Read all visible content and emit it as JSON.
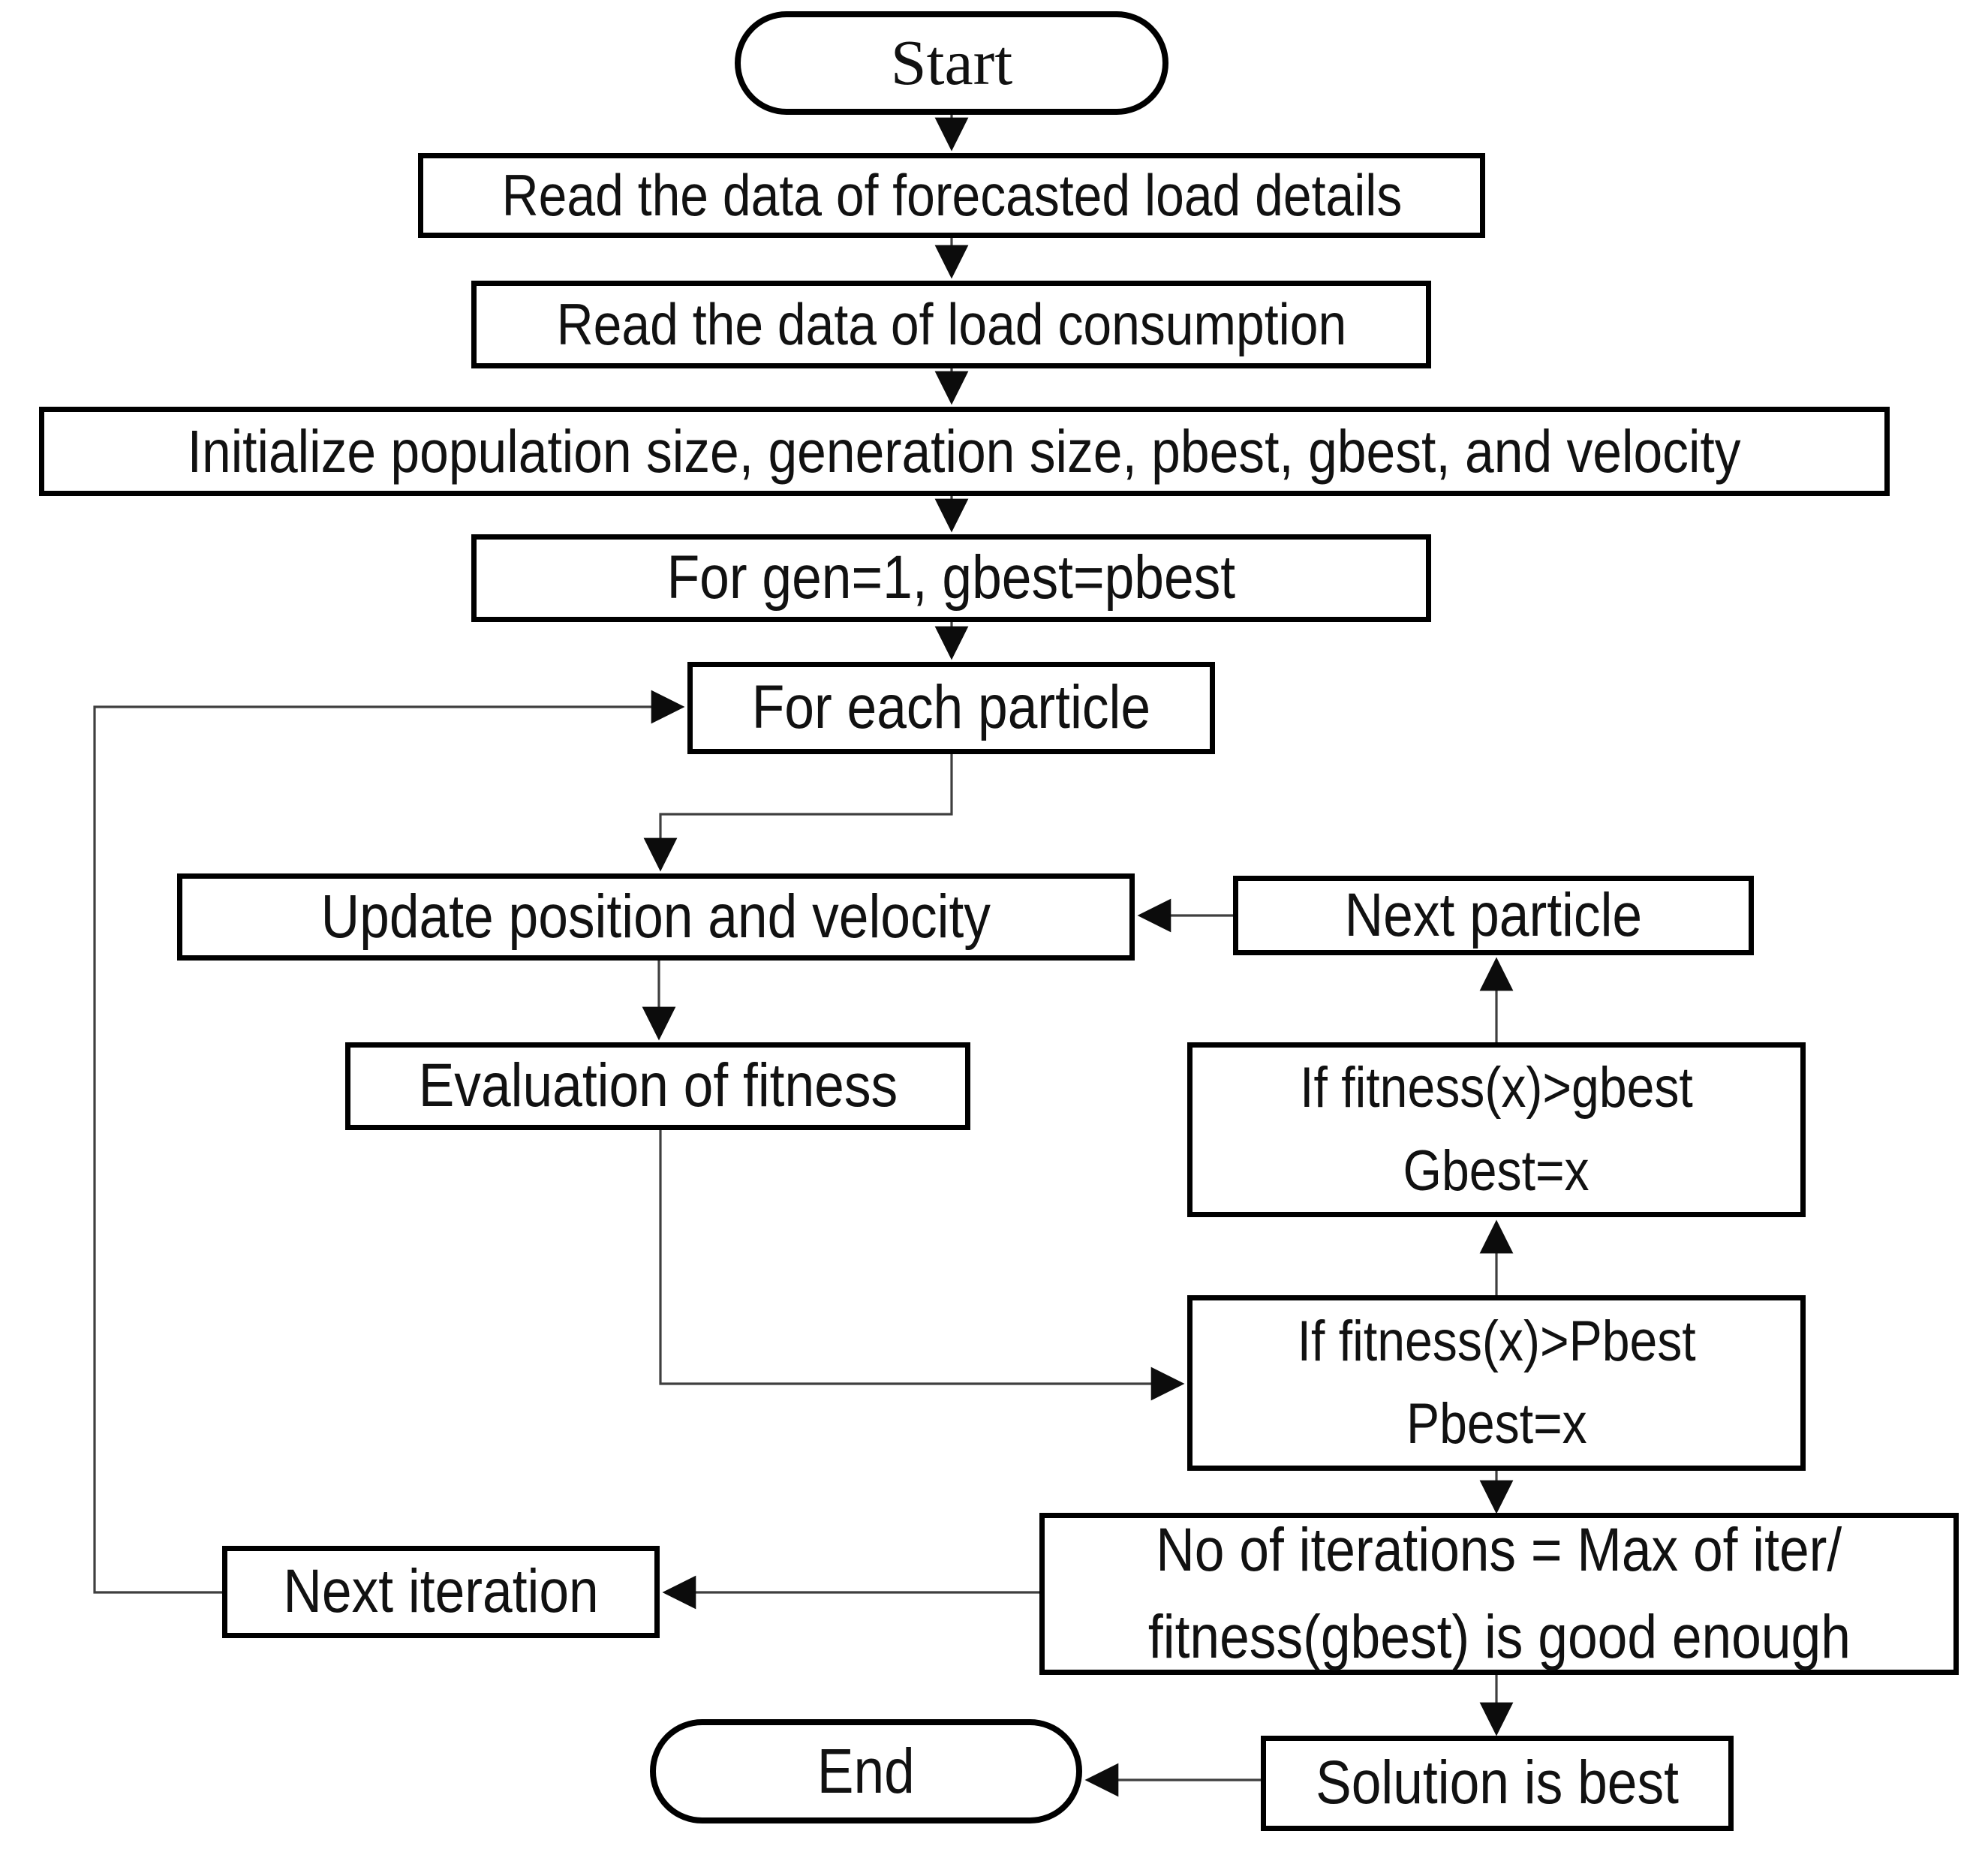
{
  "diagram": {
    "type": "flowchart",
    "nodes": [
      {
        "id": "start",
        "shape": "terminator",
        "lines": [
          "Start"
        ]
      },
      {
        "id": "read-forecasted",
        "shape": "process",
        "lines": [
          "Read the data of forecasted load details"
        ]
      },
      {
        "id": "read-consumption",
        "shape": "process",
        "lines": [
          "Read the data of load consumption"
        ]
      },
      {
        "id": "initialize",
        "shape": "process",
        "lines": [
          "Initialize population size, generation size, pbest, gbest, and velocity"
        ]
      },
      {
        "id": "for-gen",
        "shape": "process",
        "lines": [
          "For gen=1, gbest=pbest"
        ]
      },
      {
        "id": "for-each-particle",
        "shape": "process",
        "lines": [
          "For each particle"
        ]
      },
      {
        "id": "update-position",
        "shape": "process",
        "lines": [
          "Update position and velocity"
        ]
      },
      {
        "id": "next-particle",
        "shape": "process",
        "lines": [
          "Next particle"
        ]
      },
      {
        "id": "evaluation-fitness",
        "shape": "process",
        "lines": [
          "Evaluation of fitness"
        ]
      },
      {
        "id": "if-gbest",
        "shape": "process",
        "lines": [
          "If fitness(x)>gbest",
          "Gbest=x"
        ]
      },
      {
        "id": "if-pbest",
        "shape": "process",
        "lines": [
          "If fitness(x)>Pbest",
          "Pbest=x"
        ]
      },
      {
        "id": "iterations-check",
        "shape": "process",
        "lines": [
          "No of iterations = Max of iter/",
          "fitness(gbest) is good enough"
        ]
      },
      {
        "id": "next-iteration",
        "shape": "process",
        "lines": [
          "Next iteration"
        ]
      },
      {
        "id": "solution-best",
        "shape": "process",
        "lines": [
          "Solution is best"
        ]
      },
      {
        "id": "end",
        "shape": "terminator",
        "lines": [
          "End"
        ]
      }
    ],
    "edges": [
      {
        "from": "start",
        "to": "read-forecasted"
      },
      {
        "from": "read-forecasted",
        "to": "read-consumption"
      },
      {
        "from": "read-consumption",
        "to": "initialize"
      },
      {
        "from": "initialize",
        "to": "for-gen"
      },
      {
        "from": "for-gen",
        "to": "for-each-particle"
      },
      {
        "from": "for-each-particle",
        "to": "update-position"
      },
      {
        "from": "next-particle",
        "to": "update-position"
      },
      {
        "from": "update-position",
        "to": "evaluation-fitness"
      },
      {
        "from": "evaluation-fitness",
        "to": "if-pbest"
      },
      {
        "from": "if-pbest",
        "to": "if-gbest"
      },
      {
        "from": "if-gbest",
        "to": "next-particle"
      },
      {
        "from": "if-pbest",
        "to": "iterations-check"
      },
      {
        "from": "iterations-check",
        "to": "next-iteration"
      },
      {
        "from": "next-iteration",
        "to": "for-each-particle"
      },
      {
        "from": "iterations-check",
        "to": "solution-best"
      },
      {
        "from": "solution-best",
        "to": "end"
      }
    ]
  },
  "colors": {
    "border": "#000000",
    "fill": "#ffffff",
    "text": "#111111",
    "line": "#3f3f3f",
    "arrow": "#0c0c0c",
    "bg": "#ffffff"
  }
}
